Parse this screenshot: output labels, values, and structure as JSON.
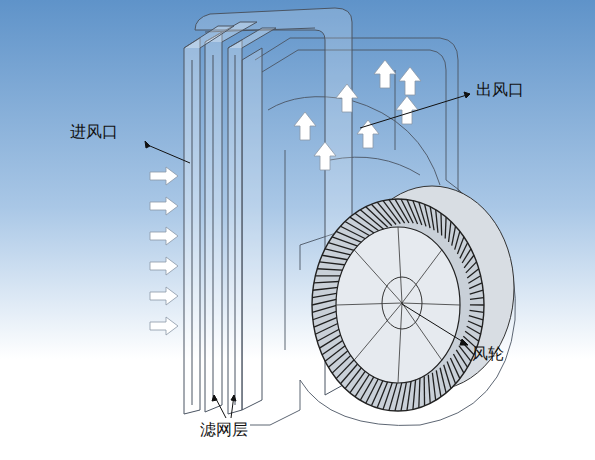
{
  "diagram": {
    "labels": [
      "进风口",
      "出风口",
      "风轮",
      "滤网层"
    ]
  }
}
